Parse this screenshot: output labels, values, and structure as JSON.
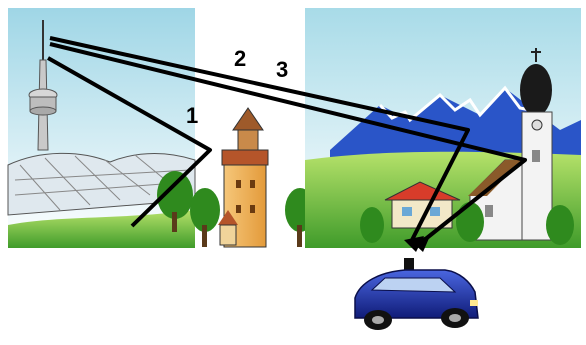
{
  "diagram": {
    "labels": {
      "path_1": "1",
      "path_2": "2",
      "path_3": "3"
    },
    "colors": {
      "sky": "#cfe8ef",
      "grass": "#3f9b2a",
      "lines": "#000000",
      "car": "#1a2fa8",
      "tower": "#f2b25a",
      "mountain": "#2a55c8"
    }
  }
}
